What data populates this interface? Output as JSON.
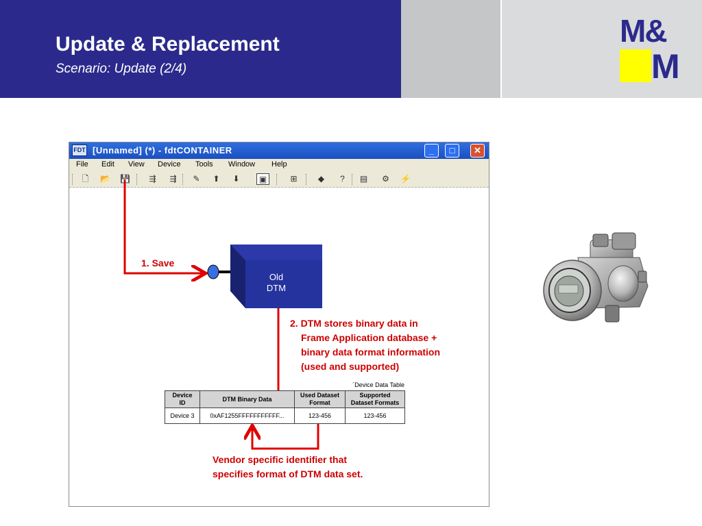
{
  "slide": {
    "title": "Update & Replacement",
    "subtitle": "Scenario: Update (2/4)"
  },
  "logo": {
    "top_text": "M&",
    "bottom_text": "M",
    "brand_color": "#2b2a8c",
    "accent_color": "#ffff00"
  },
  "window": {
    "icon_text": "FDT",
    "title": "[Unnamed] (*)  - fdtCONTAINER",
    "controls": {
      "minimize": "_",
      "maximize": "□",
      "close": "✕"
    },
    "menu": [
      "File",
      "Edit",
      "View",
      "Device",
      "Tools",
      "Window",
      "Help"
    ],
    "toolbar_icons": [
      "new-document-icon",
      "open-folder-icon",
      "save-disk-icon",
      "topology-icon",
      "topology-add-icon",
      "edit-wand-icon",
      "device-upload-icon",
      "device-download-icon",
      "device-window-icon",
      "network-tree-icon",
      "eraser-icon",
      "help-icon",
      "dtm-window-icon",
      "config-icon",
      "connect-icon"
    ]
  },
  "diagram": {
    "step1": "1. Save",
    "dtm_box": {
      "line1": "Old",
      "line2": "DTM",
      "color": "#1f2b8f"
    },
    "step2": {
      "line1": "2. DTM stores binary data in",
      "line2": "Frame Application database +",
      "line3": "binary data format information",
      "line4": "(used and supported)"
    },
    "note": {
      "line1": "Vendor specific identifier that",
      "line2": "specifies format of DTM data set."
    },
    "arrow_color": "#e00000"
  },
  "device_table": {
    "caption": "´Device Data Table",
    "headers": {
      "device_id_1": "Device",
      "device_id_2": "ID",
      "binary": "DTM Binary Data",
      "used_1": "Used Dataset",
      "used_2": "Format",
      "supported_1": "Supported",
      "supported_2": "Dataset Formats"
    },
    "row": {
      "device_id": "Device 3",
      "binary": "0xAF1255FFFFFFFFFFF...",
      "used": "123-456",
      "supported": "123-456"
    }
  }
}
